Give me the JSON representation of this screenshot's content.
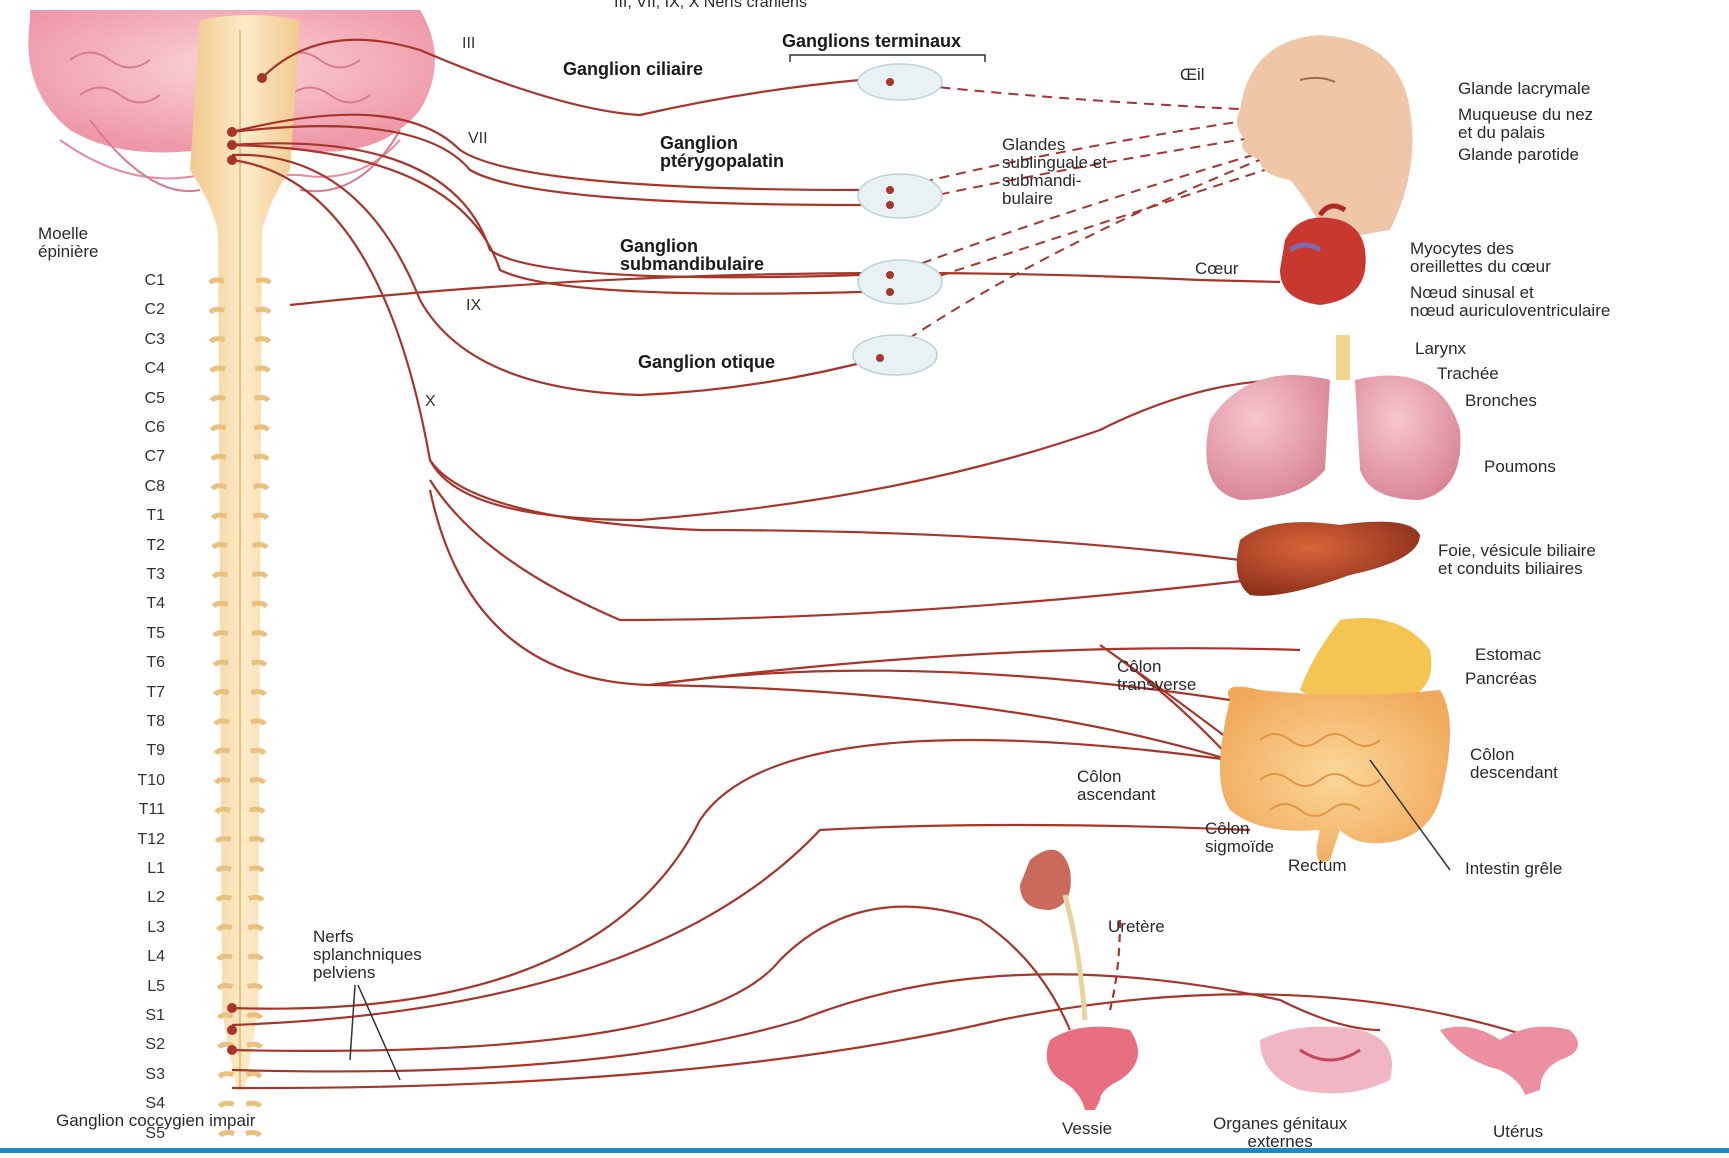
{
  "header": {
    "cranial_nerves": "III, VII, IX, X   Nerfs crâniens"
  },
  "ganglia": {
    "terminaux": "Ganglions terminaux",
    "ciliaire": "Ganglion ciliaire",
    "pterygo": "Ganglion\nptérygopalatin",
    "submandib": "Ganglion\nsubmandibulaire",
    "otique": "Ganglion otique",
    "coccygien": "Ganglion coccygien impair"
  },
  "nerves": {
    "III": "III",
    "VII": "VII",
    "IX": "IX",
    "X": "X",
    "splanchniques": "Nerfs\nsplanchniques\npelviens"
  },
  "spine": {
    "moelle": "Moelle\népinière",
    "segments": [
      "C1",
      "C2",
      "C3",
      "C4",
      "C5",
      "C6",
      "C7",
      "C8",
      "T1",
      "T2",
      "T3",
      "T4",
      "T5",
      "T6",
      "T7",
      "T8",
      "T9",
      "T10",
      "T11",
      "T12",
      "L1",
      "L2",
      "L3",
      "L4",
      "L5",
      "S1",
      "S2",
      "S3",
      "S4",
      "S5"
    ]
  },
  "organs": {
    "oeil": "Œil",
    "glande_lacrymale": "Glande lacrymale",
    "muqueuse": "Muqueuse du nez\net du palais",
    "parotide": "Glande parotide",
    "glandes_sub": "Glandes\nsublinguale et\nsubmandi-\nbulaire",
    "coeur": "Cœur",
    "myocytes": "Myocytes des\noreillettes du cœur",
    "noeud": "Nœud sinusal et\nnœud auriculoventriculaire",
    "larynx": "Larynx",
    "trachee": "Trachée",
    "bronches": "Bronches",
    "poumons": "Poumons",
    "foie": "Foie, vésicule biliaire\net conduits biliaires",
    "estomac": "Estomac",
    "pancreas": "Pancréas",
    "colon_transverse": "Côlon\ntransverse",
    "colon_descendant": "Côlon\ndescendant",
    "colon_ascendant": "Côlon\nascendant",
    "colon_sigmoide": "Côlon\nsigmoïde",
    "rectum": "Rectum",
    "intestin": "Intestin grêle",
    "uretere": "Uretère",
    "vessie": "Vessie",
    "organes_genitaux": "Organes génitaux\nexternes",
    "uterus": "Utérus"
  },
  "colors": {
    "nerve": "#a8352a",
    "cord": "#f6d9a6",
    "brain": "#f2a9b6",
    "accent": "#1e88c8"
  }
}
